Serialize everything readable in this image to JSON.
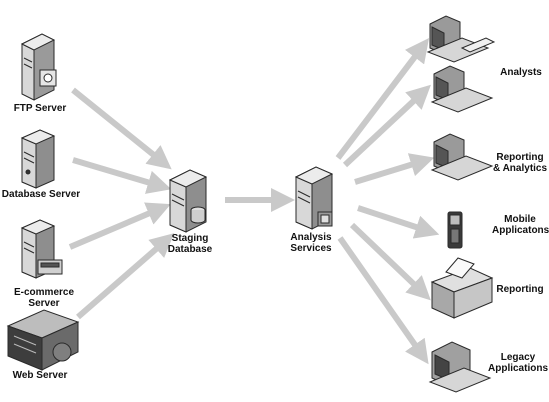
{
  "colors": {
    "arrow": "#c9c9c9",
    "server_body": "#c4c4c4",
    "server_dark": "#5a5a5a",
    "outline": "#2a2a2a"
  },
  "sources": [
    {
      "label": "FTP Server",
      "icon": "ftp-server-icon"
    },
    {
      "label": "Database Server",
      "icon": "database-server-icon"
    },
    {
      "label": "E-commerce Server",
      "icon": "ecommerce-server-icon"
    },
    {
      "label": "Web Server",
      "icon": "web-server-icon"
    }
  ],
  "staging": {
    "label": "Staging\nDatabase",
    "icon": "staging-database-icon"
  },
  "analysis": {
    "label": "Analysis\nServices",
    "icon": "analysis-services-icon"
  },
  "targets": [
    {
      "label": "",
      "icon": "workstation-icon"
    },
    {
      "label": "Analysts",
      "icon": "workstation-icon"
    },
    {
      "label": "Reporting\n& Analytics",
      "icon": "workstation-icon"
    },
    {
      "label": "Mobile\nApplicatons",
      "icon": "mobile-phone-icon"
    },
    {
      "label": "Reporting",
      "icon": "printer-icon"
    },
    {
      "label": "Legacy\nApplications",
      "icon": "legacy-terminal-icon"
    }
  ]
}
